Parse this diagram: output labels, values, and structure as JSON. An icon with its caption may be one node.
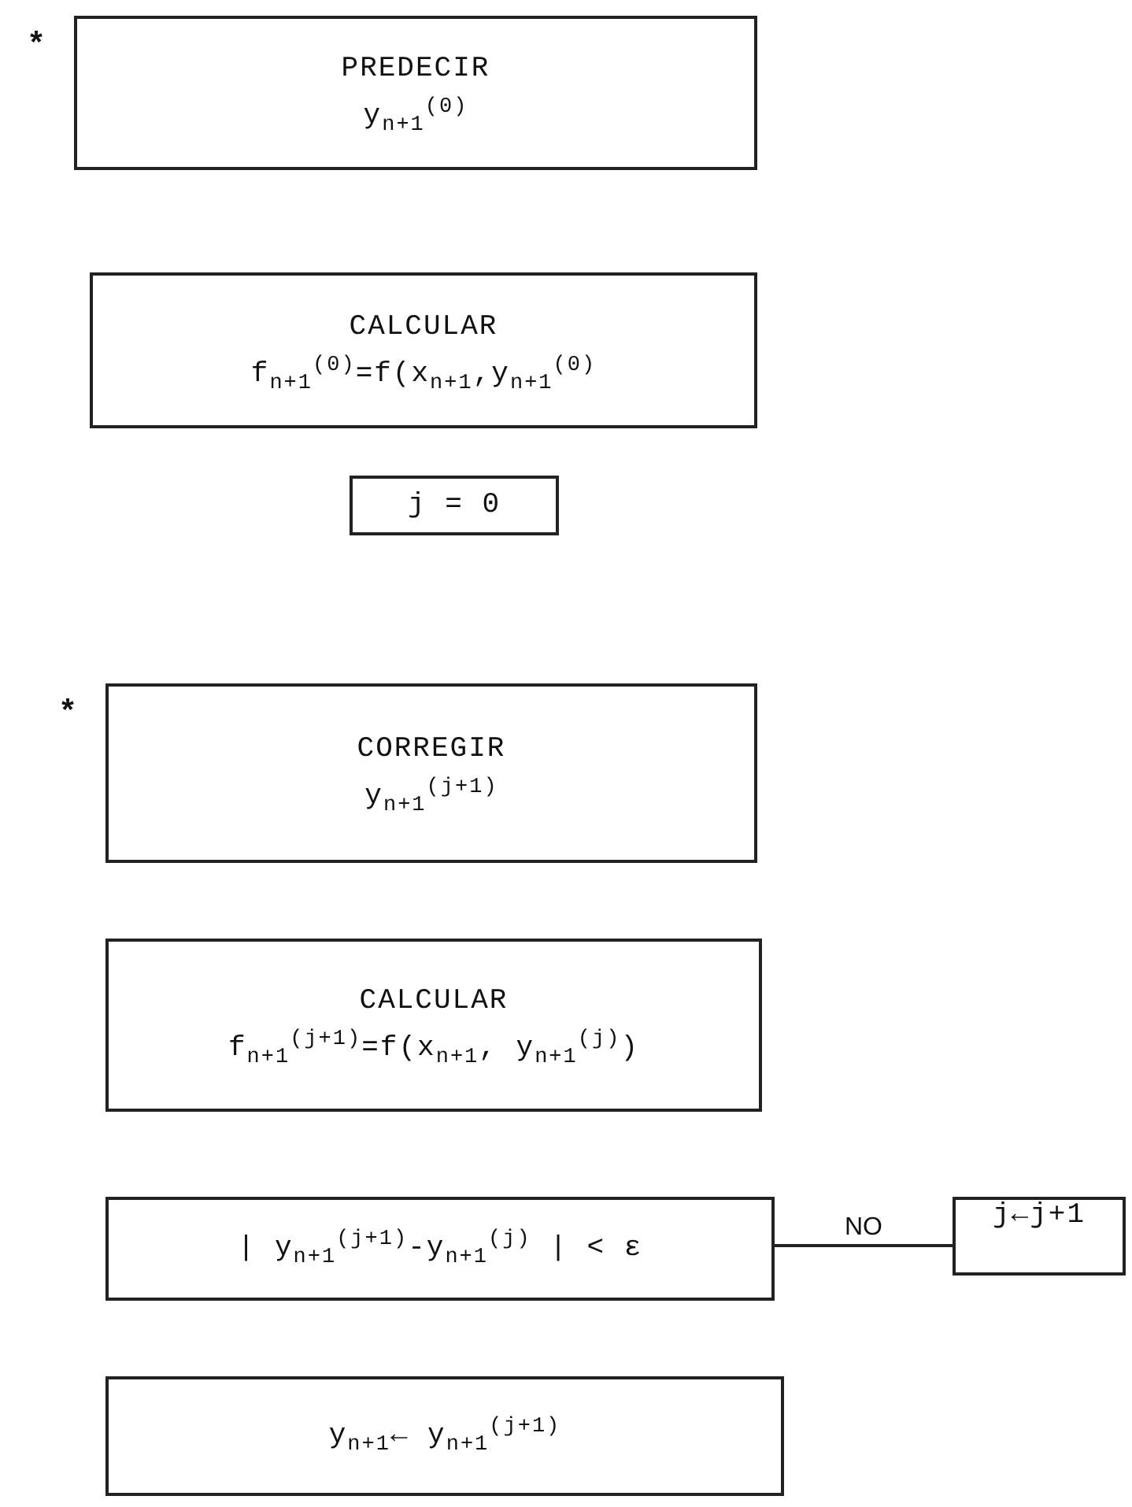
{
  "diagram": {
    "nodes": [
      {
        "text": [
          "PREDECIR",
          "y$_{n+1}$$^{(0)}$"
        ],
        "beside": [
          "*"
        ]
      },
      {
        "text": [
          "CALCULAR",
          "f$_{n+1}$$^{(0)}$=f(x$_{n+1}$,y$_{n+1}$$^{(0)}$"
        ]
      },
      {
        "text": [
          "j = 0"
        ]
      },
      {
        "text": [
          "CORREGIR",
          "y$_{n+1}$$^{(j+1)}$"
        ],
        "beside": [
          "*"
        ]
      },
      {
        "text": [
          "CALCULAR",
          "f$_{n+1}$$^{(j+1)}$=f(x$_{n+1}$, y$_{n+1}$$^{(j)}$)"
        ]
      },
      {
        "text": [
          "| y$_{n+1}$$^{(j+1)}$-y$_{n+1}$$^{(j)}$ | < ε"
        ]
      },
      {
        "text": [
          "j←j+1"
        ]
      },
      {
        "text": [
          "y$_{n+1}$← y$_{n+1}$$^{(j+1)}$"
        ]
      }
    ],
    "edges": [
      {
        "from": 5,
        "to": 6,
        "arrow": "none",
        "label": "NO"
      }
    ]
  }
}
